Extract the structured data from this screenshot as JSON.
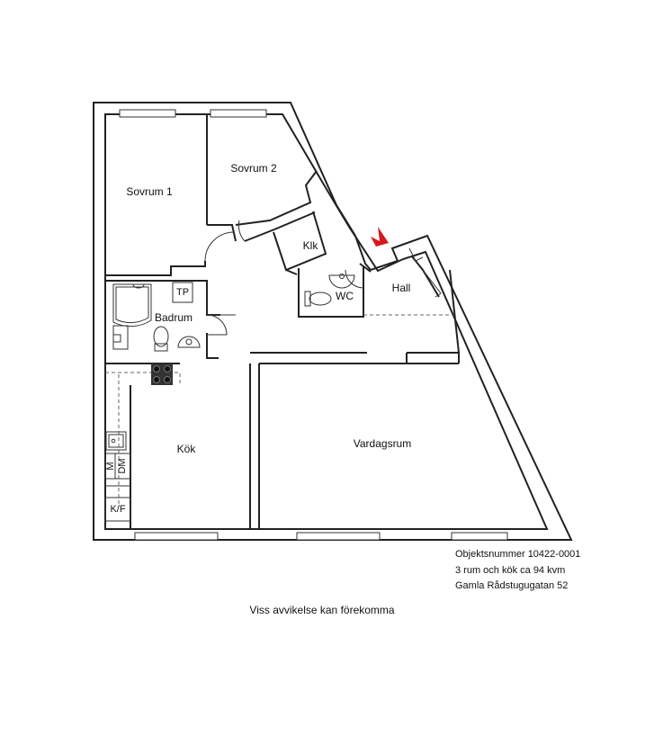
{
  "rooms": {
    "sovrum1": "Sovrum 1",
    "sovrum2": "Sovrum 2",
    "klk": "Klk",
    "hall": "Hall",
    "wc": "WC",
    "badrum": "Badrum",
    "kok": "Kök",
    "vardagsrum": "Vardagsrum"
  },
  "fixtures": {
    "tp": "TP",
    "m": "M",
    "dm": "DM",
    "kf": "K/F"
  },
  "info": {
    "objektsnummer": "Objektsnummer 10422-0001",
    "size": "3 rum och kök ca 94 kvm",
    "address": "Gamla Rådstugugatan 52"
  },
  "disclaimer": "Viss avvikelse kan förekomma",
  "colors": {
    "wall": "#222222",
    "entrance_arrow": "#d7191c",
    "stove": "#333333"
  },
  "icons": {
    "entrance": "entrance-arrow-icon"
  }
}
